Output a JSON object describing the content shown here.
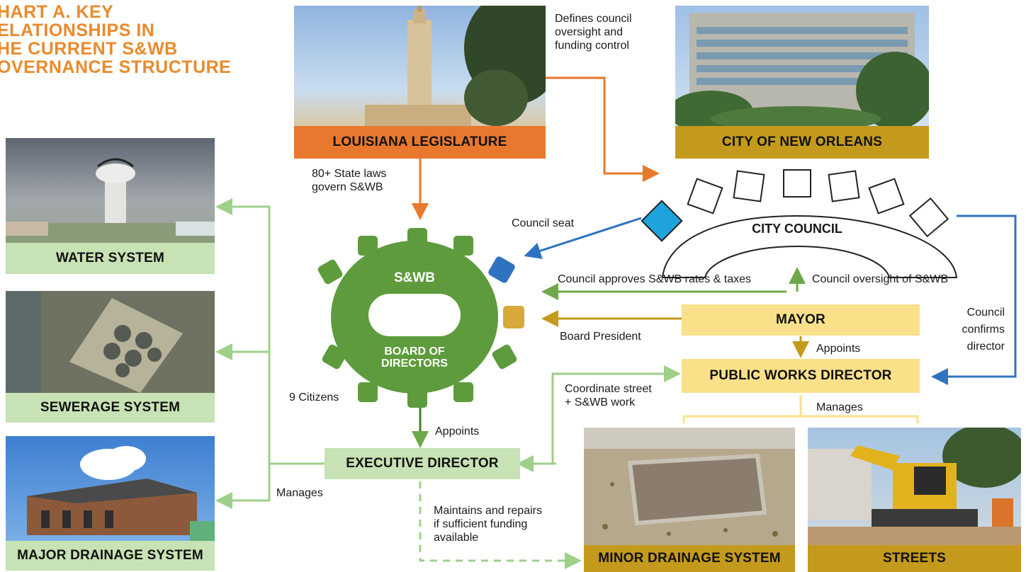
{
  "title": "HART A. KEY\nELATIONSHIPS IN\nHE CURRENT S&WB\nOVERNANCE STRUCTURE",
  "nodes": {
    "legislature": "LOUISIANA LEGISLATURE",
    "city": "CITY OF NEW ORLEANS",
    "water": "WATER SYSTEM",
    "sewerage": "SEWERAGE SYSTEM",
    "major_drainage": "MAJOR DRAINAGE SYSTEM",
    "city_council": "CITY COUNCIL",
    "swb": "S&WB",
    "board": "BOARD OF\nDIRECTORS",
    "mayor": "MAYOR",
    "public_works": "PUBLIC WORKS DIRECTOR",
    "executive": "EXECUTIVE DIRECTOR",
    "minor_drainage": "MINOR DRAINAGE SYSTEM",
    "streets": "STREETS"
  },
  "labels": {
    "defines_council": "Defines council\noversight and\nfunding control",
    "state_laws": "80+ State laws\ngovern S&WB",
    "council_seat": "Council seat",
    "council_approves": "Council approves S&WB rates & taxes",
    "council_oversight": "Council oversight of S&WB",
    "board_president": "Board President",
    "appoints_mayor": "Appoints",
    "council_confirms": "Council\nconfirms\ndirector",
    "nine_citizens": "9 Citizens",
    "coordinate": "Coordinate street\n+ S&WB work",
    "manages_pw": "Manages",
    "appoints_board": "Appoints",
    "manages_exec": "Manages",
    "maintains": "Maintains and repairs\nif sufficient funding\navailable"
  },
  "colors": {
    "orange": "#e8782d",
    "gold": "#c49a1c",
    "green": "#6fa84a",
    "light_green": "#c7e2b4",
    "light_yellow": "#fbe08a",
    "blue": "#2f73c0",
    "cyan": "#1fa3dc",
    "title": "#e98a2c"
  }
}
